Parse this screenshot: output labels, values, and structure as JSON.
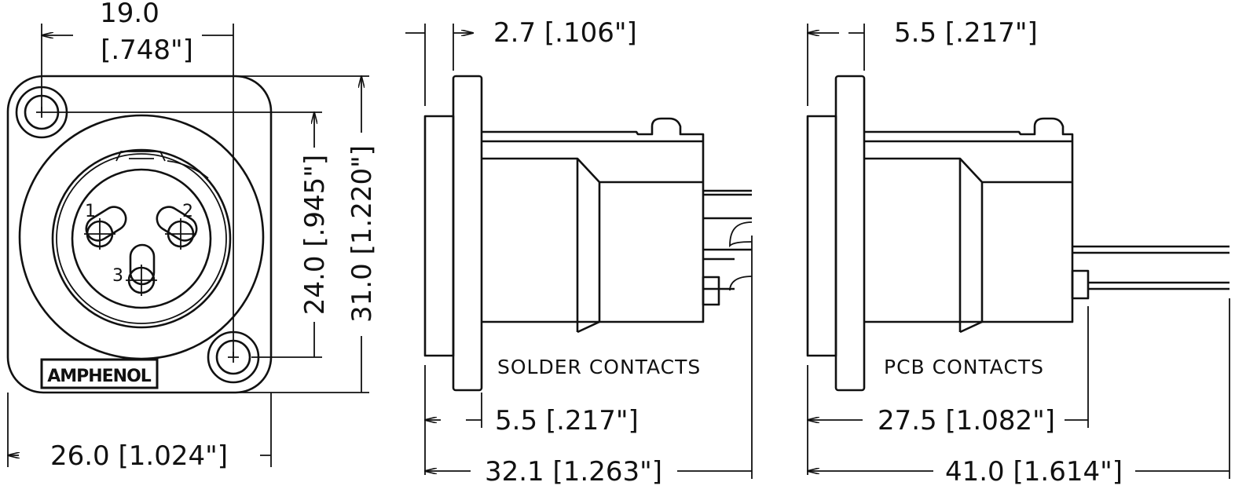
{
  "front_view": {
    "logo_text": "AMPHENOL",
    "pins": [
      "1",
      "2",
      "3"
    ],
    "dims": {
      "hole_spacing_mm": "19.0",
      "hole_spacing_in": "[.748\"]",
      "width": "26.0 [1.024\"]",
      "hole_vertical": "24.0 [.945\"]",
      "height": "31.0 [1.220\"]"
    }
  },
  "solder_view": {
    "label": "SOLDER CONTACTS",
    "dims": {
      "flange": "2.7 [.106\"]",
      "panel": "5.5 [.217\"]",
      "overall": "32.1 [1.263\"]"
    }
  },
  "pcb_view": {
    "label": "PCB CONTACTS",
    "dims": {
      "panel": "5.5 [.217\"]",
      "body": "27.5 [1.082\"]",
      "overall": "41.0 [1.614\"]"
    }
  }
}
